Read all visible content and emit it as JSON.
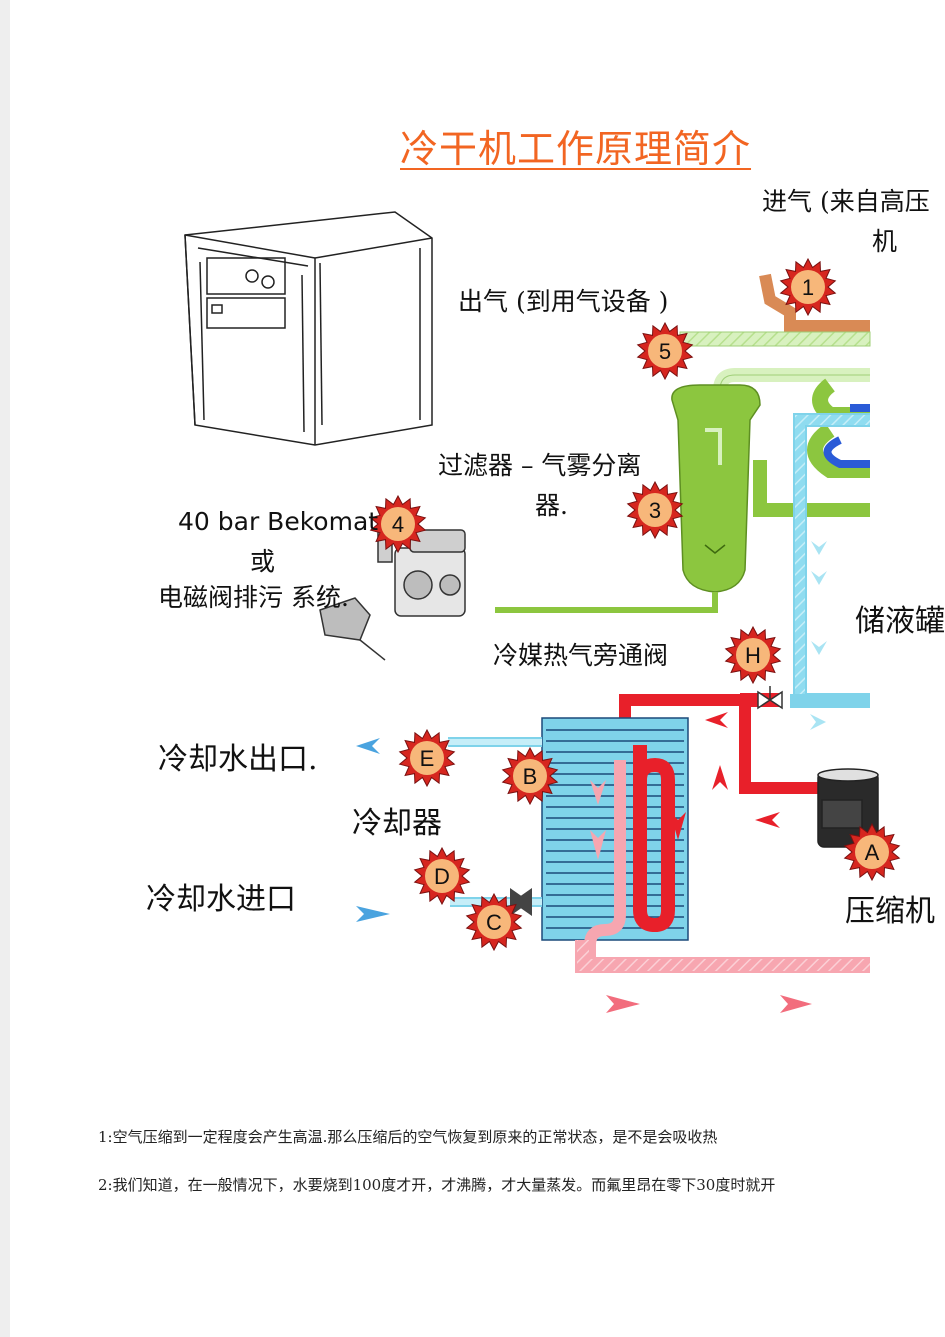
{
  "page": {
    "title": "冷干机工作原理简介"
  },
  "labels": {
    "inlet_line1": "进气 (来自高压",
    "inlet_line2": "机",
    "outlet": "出气 (到用气设备 )",
    "filter_line1": "过滤器 – 气雾分离",
    "filter_line2": "器.",
    "bekomat_line1": "40  bar  Bekomat",
    "bekomat_line2": "或",
    "bekomat_line3": "电磁阀排污 系统.",
    "bypass_valve": "冷媒热气旁通阀",
    "receiver": "储液罐",
    "cooling_water_out": "冷却水出口.",
    "cooler": "冷却器",
    "cooling_water_in": "冷却水进口",
    "compressor": "压缩机"
  },
  "markers": {
    "m1": "1",
    "m2": "5",
    "m3": "3",
    "m4": "4",
    "mH": "H",
    "mE": "E",
    "mB": "B",
    "mD": "D",
    "mC": "C",
    "mA": "A"
  },
  "notes": [
    "1:空气压缩到一定程度会产生高温.那么压缩后的空气恢复到原来的正常状态，是不是会吸收热",
    "2:我们知道，在一般情况下，水要烧到100度才开，才沸腾，才大量蒸发。而氟里昂在零下30度时就开"
  ],
  "colors": {
    "title": "#f26522",
    "hot_refrigerant": "#e8202a",
    "cold_refrigerant": "#7fd3ea",
    "inlet_air": "#d98a55",
    "outlet_air": "#ccebb0",
    "filter_green": "#8cc63f",
    "cooler_blue": "#7fd3ea",
    "marker_fill": "#d6261f",
    "marker_star": "#f7b77a"
  }
}
